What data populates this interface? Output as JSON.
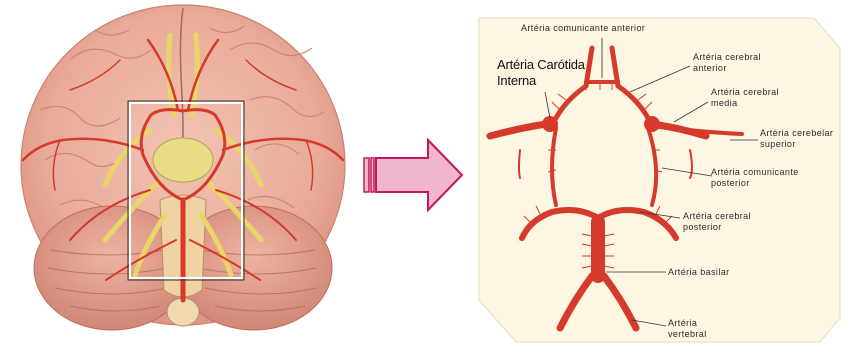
{
  "colors": {
    "artery": "#d63a2b",
    "artery_dark": "#b52a1e",
    "nerve": "#e8d66a",
    "brain_fill": "#e9aa98",
    "panel_bg": "#fdf6e3",
    "arrow_fill": "#f2b7cf",
    "arrow_stroke": "#c2185b"
  },
  "labels": {
    "acom": "Artéria comunicante anterior",
    "ica_line1": "Artéria Carótida",
    "ica_line2": "Interna",
    "aca_line1": "Artéria cerebral",
    "aca_line2": "anterior",
    "mca_line1": "Artéria cerebral",
    "mca_line2": "media",
    "sca_line1": "Artéria cerebelar",
    "sca_line2": "superior",
    "pcom_line1": "Artéria comunicante",
    "pcom_line2": "posterior",
    "pca_line1": "Artéria cerebral",
    "pca_line2": "posterior",
    "basilar": "Artéria basilar",
    "vert_line1": "Artéria",
    "vert_line2": "vertebral"
  }
}
